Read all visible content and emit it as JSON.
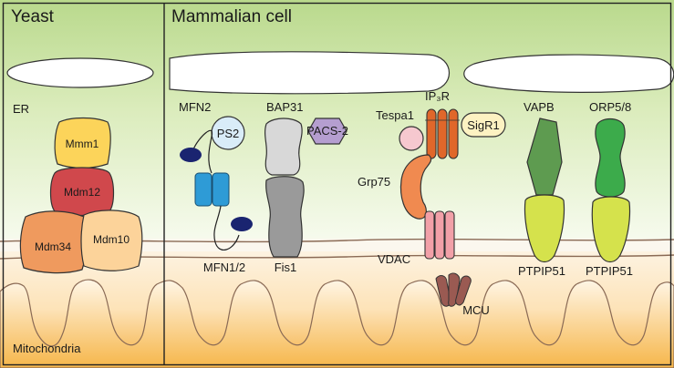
{
  "panels": {
    "yeast": "Yeast",
    "mammalian": "Mammalian cell"
  },
  "regions": {
    "er": "ER",
    "mito": "Mitochondria"
  },
  "proteins": {
    "mmm1": "Mmm1",
    "mdm12": "Mdm12",
    "mdm34": "Mdm34",
    "mdm10": "Mdm10",
    "mfn2": "MFN2",
    "ps2": "PS2",
    "mfn12": "MFN1/2",
    "bap31": "BAP31",
    "pacs2": "PACS-2",
    "fis1": "Fis1",
    "tespa1": "Tespa1",
    "ip3r": "IP₃R",
    "sigr1": "SigR1",
    "grp75": "Grp75",
    "vdac": "VDAC",
    "mcu": "MCU",
    "vapb": "VAPB",
    "orp58": "ORP5/8",
    "ptpip51a": "PTPIP51",
    "ptpip51b": "PTPIP51"
  },
  "colors": {
    "er_green_top": "#b9d98c",
    "er_green_bottom": "#eef6dc",
    "mito_orange": "#f2a93b",
    "mito_cream": "#fdf1dc",
    "membrane": "#8a6a55",
    "mmm1": "#fcd45a",
    "mdm12": "#d0484c",
    "mdm34": "#ef9a5e",
    "mdm10": "#fcd39a",
    "mfn_blue": "#2e9bd6",
    "mfn_dark": "#1a2470",
    "ps2": "#d9ecf8",
    "bap31": "#d8d8d8",
    "fis1": "#9a9a9a",
    "pacs2": "#b59ed0",
    "tespa1": "#f6c8cf",
    "ip3r": "#e0672a",
    "sigr1": "#fdf2c2",
    "grp75": "#f08a50",
    "vdac": "#f2a0a8",
    "mcu": "#9a5a52",
    "vapb": "#5e9b50",
    "orp": "#3cab4b",
    "ptpip51": "#d5e24c"
  }
}
